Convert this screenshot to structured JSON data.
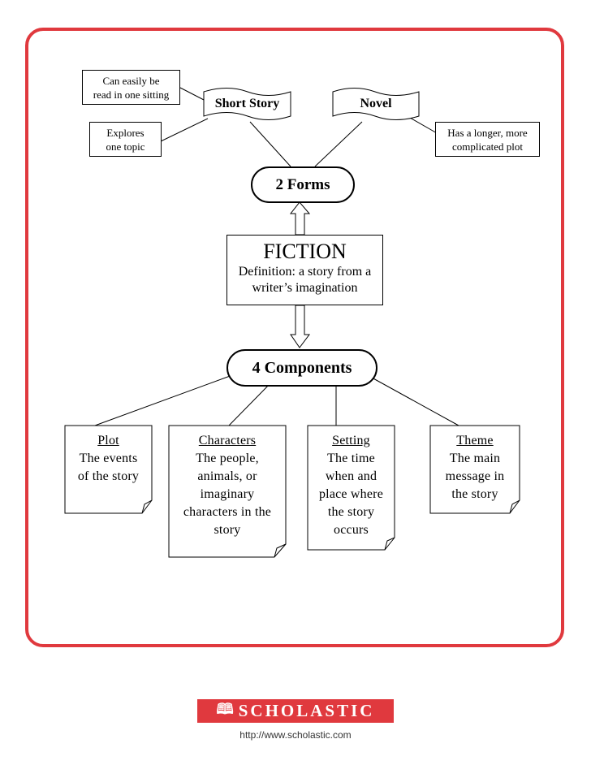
{
  "forms_oval": "2 Forms",
  "components_oval": "4 Components",
  "fiction": {
    "title": "FICTION",
    "definition_line1": "Definition: a story from a",
    "definition_line2": "writer’s imagination"
  },
  "short_story": {
    "label": "Short Story",
    "note1_line1": "Can easily be",
    "note1_line2": "read in one sitting",
    "note2_line1": "Explores",
    "note2_line2": "one topic"
  },
  "novel": {
    "label": "Novel",
    "note_line1": "Has a longer, more",
    "note_line2": "complicated plot"
  },
  "components": [
    {
      "head": "Plot",
      "lines": [
        "The events",
        "of the story"
      ]
    },
    {
      "head": "Characters",
      "lines": [
        "The people,",
        "animals, or",
        "imaginary",
        "characters in the",
        "story"
      ]
    },
    {
      "head": "Setting",
      "lines": [
        "The time",
        "when and",
        "place where",
        "the story",
        "occurs"
      ]
    },
    {
      "head": "Theme",
      "lines": [
        "The main",
        "message in",
        "the story"
      ]
    }
  ],
  "footer": {
    "logo_text": "SCHOLASTIC",
    "url": "http://www.scholastic.com"
  },
  "colors": {
    "frame": "#e0393e",
    "logo_bg": "#e0393e"
  }
}
